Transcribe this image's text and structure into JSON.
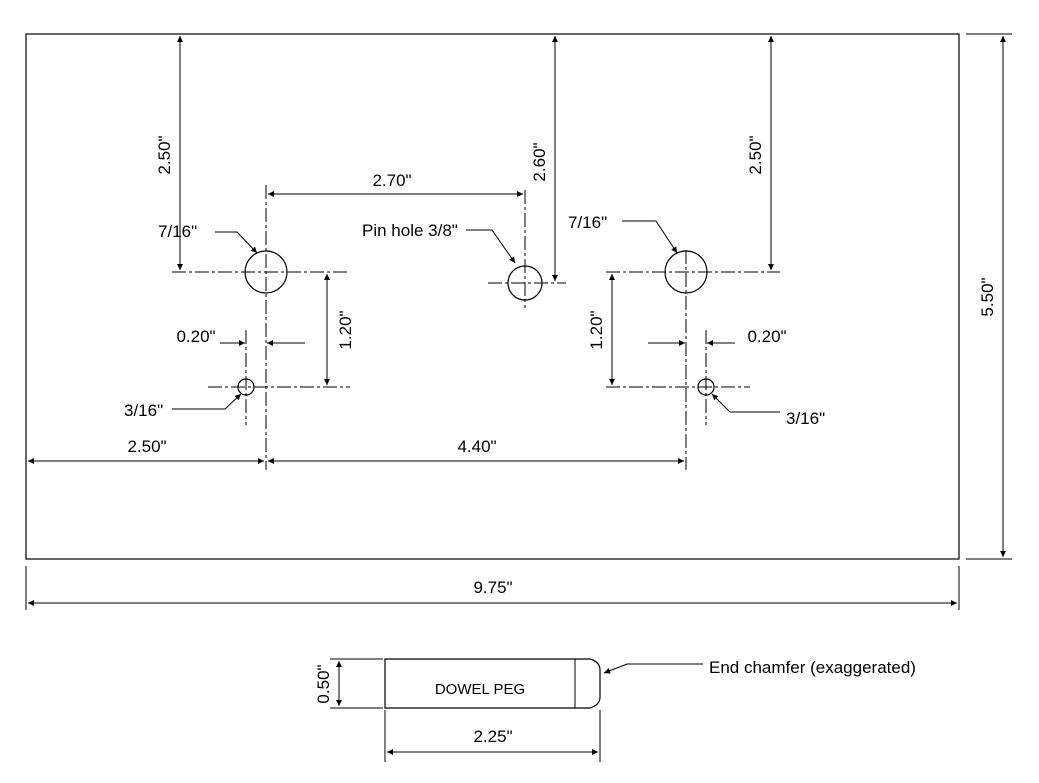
{
  "dimensions": {
    "left_hole_top": "2.50\"",
    "pin_hole_top": "2.60\"",
    "right_hole_top": "2.50\"",
    "hole_spacing_left_to_pin": "2.70\"",
    "left_vertical_offset": "1.20\"",
    "right_vertical_offset": "1.20\"",
    "left_small_offset": "0.20\"",
    "right_small_offset": "0.20\"",
    "left_edge_to_hole": "2.50\"",
    "hole_to_hole": "4.40\"",
    "overall_width": "9.75\"",
    "overall_height": "5.50\"",
    "peg_diameter": "0.50\"",
    "peg_length": "2.25\""
  },
  "callouts": {
    "left_large_hole": "7/16\"",
    "right_large_hole": "7/16\"",
    "pin_hole": "Pin hole 3/8\"",
    "left_small_hole": "3/16\"",
    "right_small_hole": "3/16\"",
    "end_chamfer": "End chamfer (exaggerated)"
  },
  "peg": {
    "label": "DOWEL PEG"
  }
}
